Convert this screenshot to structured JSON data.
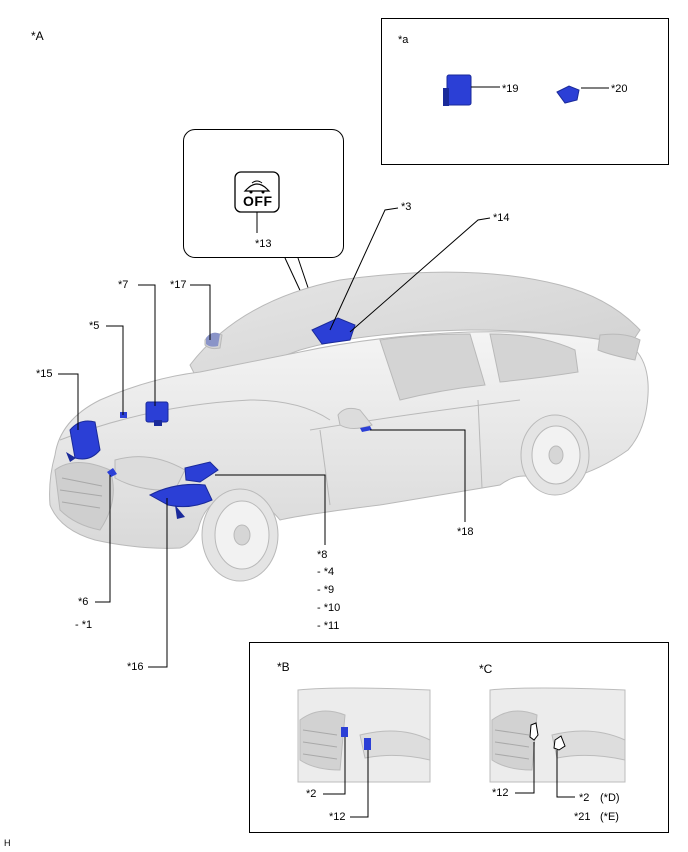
{
  "view_main": "*A",
  "inset_a": {
    "tag": "*a",
    "items": [
      "*19",
      "*20"
    ]
  },
  "switch": {
    "text": "OFF",
    "callout": "*13"
  },
  "callouts": {
    "c3": "*3",
    "c14": "*14",
    "c7": "*7",
    "c17": "*17",
    "c5": "*5",
    "c15": "*15",
    "c18": "*18",
    "c8": "*8",
    "c4": "- *4",
    "c9": "- *9",
    "c10": "- *10",
    "c11": "- *11",
    "c6": "*6",
    "c1": "- *1",
    "c16": "*16"
  },
  "inset_b": {
    "tag": "*B",
    "c2": "*2",
    "c12": "*12"
  },
  "inset_c": {
    "tag": "*C",
    "c12": "*12",
    "c2": "*2",
    "c2_note": "(*D)",
    "c21": "*21",
    "c21_note": "(*E)"
  },
  "corner_mark": "H",
  "colors": {
    "part_blue": "#2b3fd6",
    "part_dark": "#1a2a9a",
    "car_body": "#e8e8e8",
    "car_edge": "#b9b9b9"
  }
}
